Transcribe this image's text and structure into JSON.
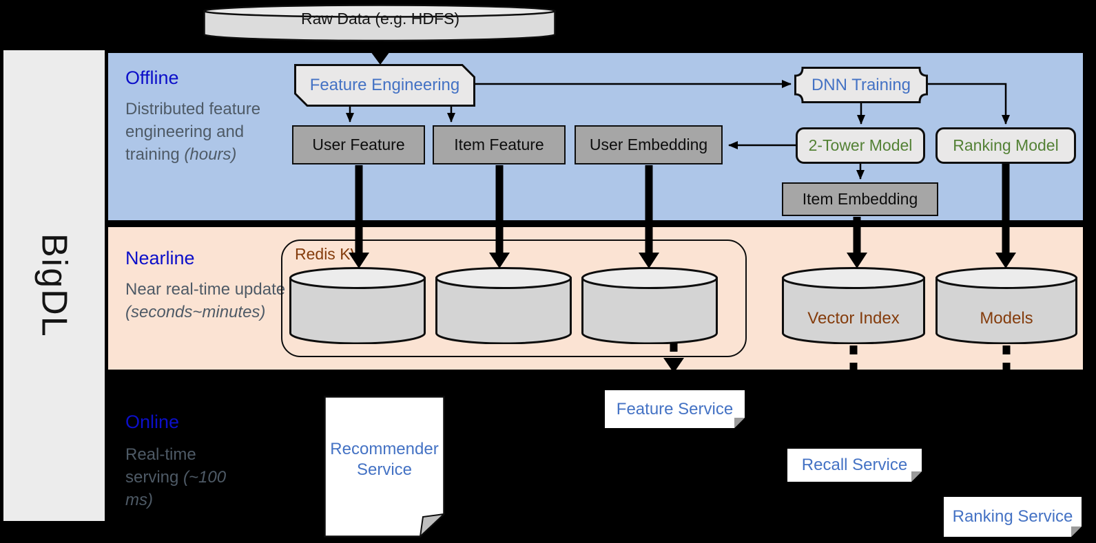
{
  "sidebar": {
    "label": "BigDL"
  },
  "raw_data": {
    "label": "Raw Data (e.g. HDFS)"
  },
  "sections": {
    "offline": {
      "title": "Offline",
      "desc": "Distributed feature engineering and training ",
      "desc_italic": "(hours)"
    },
    "nearline": {
      "title": "Nearline",
      "desc": "Near real-time update ",
      "desc_italic": "(seconds~minutes)"
    },
    "online": {
      "title": "Online",
      "desc": "Real-time serving ",
      "desc_italic": "(~100 ms)"
    }
  },
  "nodes": {
    "feature_engineering": "Feature Engineering",
    "dnn_training": "DNN Training",
    "user_feature": "User Feature",
    "item_feature": "Item Feature",
    "user_embedding": "User Embedding",
    "two_tower_model": "2-Tower Model",
    "ranking_model": "Ranking Model",
    "item_embedding": "Item Embedding",
    "redis_kv": "Redis KV",
    "vector_index": "Vector Index",
    "models": "Models",
    "recommender_service": "Recommender Service",
    "feature_service": "Feature Service",
    "recall_service": "Recall Service",
    "ranking_service": "Ranking Service"
  },
  "colors": {
    "background": "#000000",
    "band_offline": "#AEC6E8",
    "band_nearline": "#FBE3D3",
    "sidebar": "#ECECEC",
    "section_title": "#0C0FC9",
    "section_desc": "#4E5A66",
    "node_text_blue": "#4472C4",
    "node_text_green": "#538135",
    "node_text_brown": "#843C0C",
    "gray_box": "#A6A6A6",
    "light_box": "#E9E8E8",
    "cylinder_body": "#D4D4D4",
    "service_box": "#FFFFFF"
  }
}
